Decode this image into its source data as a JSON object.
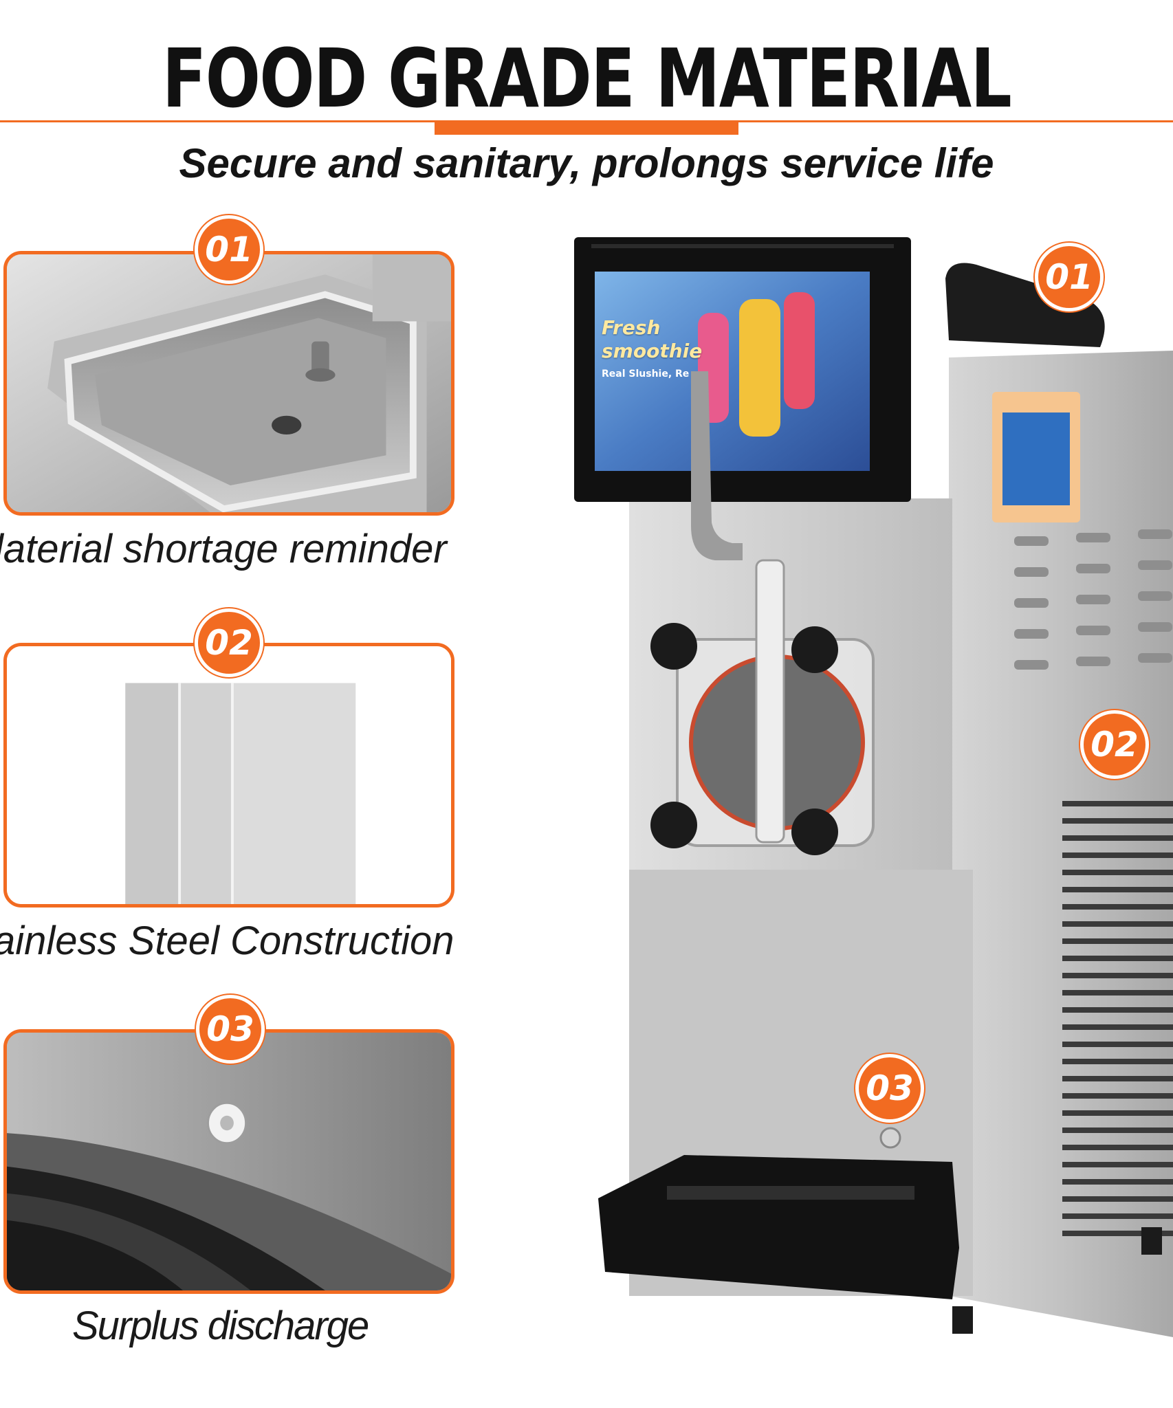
{
  "header": {
    "title": "FOOD GRADE MATERIAL",
    "subtitle": "Secure and sanitary, prolongs service life"
  },
  "features": [
    {
      "number": "01",
      "caption": "Material shortage reminder",
      "caption_visible": "laterial shortage reminder"
    },
    {
      "number": "02",
      "caption": "Stainless Steel Construction",
      "caption_visible": "ainless Steel Construction"
    },
    {
      "number": "03",
      "caption": "Surplus discharge",
      "caption_visible": "Surplus discharge"
    }
  ],
  "machine": {
    "callouts": [
      "01",
      "02",
      "03"
    ],
    "screen": {
      "line1": "Fresh",
      "line2": "smoothie",
      "line3": "Real Slushie, Re"
    }
  },
  "colors": {
    "accent": "#f26b21",
    "text": "#111111",
    "steel": "#c9c9c9"
  }
}
